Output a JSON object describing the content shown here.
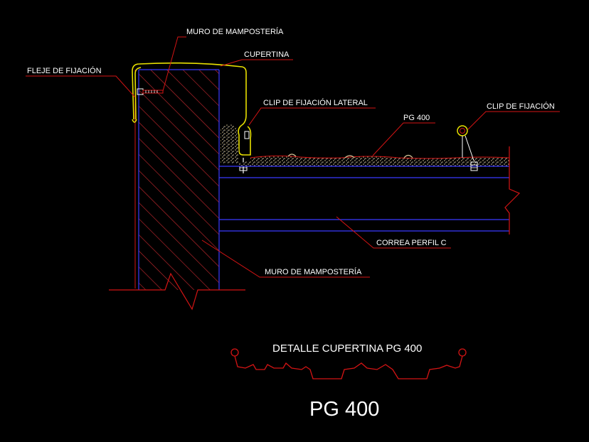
{
  "labels": {
    "muro_top": "MURO DE MAMPOSTERÍA",
    "cupertina": "CUPERTINA",
    "fleje": "FLEJE DE FIJACIÓN",
    "clip_lateral": "CLIP DE FIJACIÓN LATERAL",
    "pg400": "PG 400",
    "clip": "CLIP DE FIJACIÓN",
    "correa": "CORREA PERFIL C",
    "muro_bottom": "MURO DE MAMPOSTERÍA"
  },
  "titles": {
    "detail": "DETALLE CUPERTINA PG 400",
    "profile": "PG 400"
  },
  "colors": {
    "background": "#000000",
    "hatch": "#c0272d",
    "outline_blue": "#3a3aff",
    "cap_yellow": "#e8e000",
    "leader_red": "#d41414",
    "insulation": "#d8c89a",
    "text": "#ffffff"
  }
}
